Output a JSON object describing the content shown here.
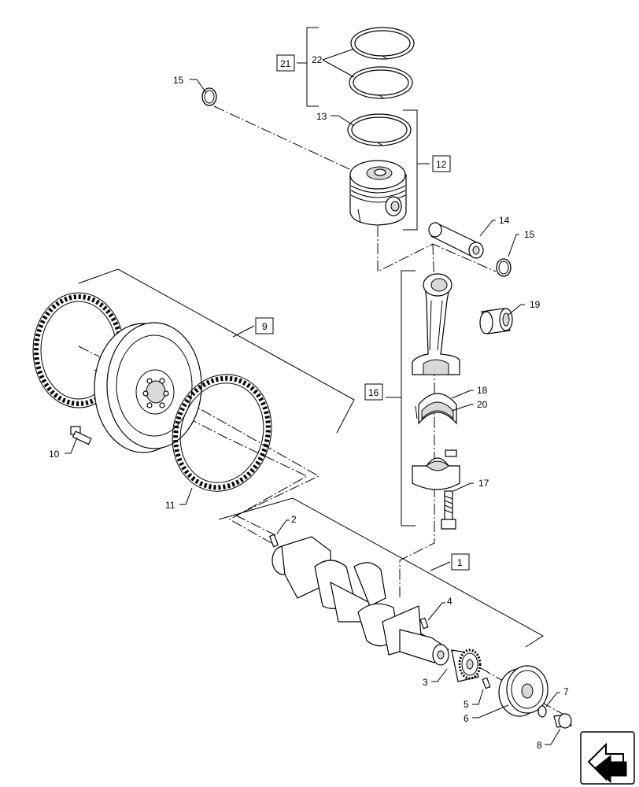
{
  "callouts": {
    "c1": "1",
    "c2": "2",
    "c3": "3",
    "c4": "4",
    "c5": "5",
    "c6": "6",
    "c7": "7",
    "c8": "8",
    "c9": "9",
    "c10": "10",
    "c11": "11",
    "c12": "12",
    "c13": "13",
    "c14": "14",
    "c15a": "15",
    "c15b": "15",
    "c16": "16",
    "c17": "17",
    "c18": "18",
    "c19": "19",
    "c20": "20",
    "c21": "21",
    "c22": "22"
  },
  "icons": {
    "nav": "navigation-arrow-icon"
  }
}
